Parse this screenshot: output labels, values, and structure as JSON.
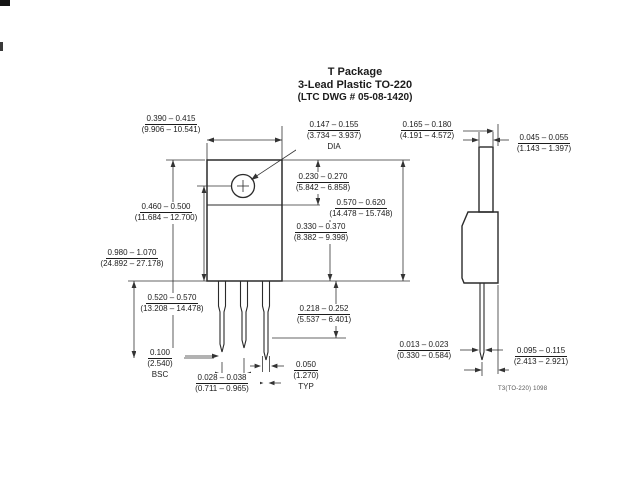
{
  "title": {
    "line1": "T Package",
    "line2": "3-Lead Plastic TO-220",
    "line3": "(LTC DWG # 05-08-1420)"
  },
  "footer": {
    "code": "T3(TO-220) 1098"
  },
  "dims": {
    "front_width": {
      "in": "0.390 – 0.415",
      "mm": "(9.906 – 10.541)"
    },
    "hole_dia": {
      "in": "0.147 – 0.155",
      "mm": "(3.734 – 3.937)",
      "note": "DIA"
    },
    "tab_height": {
      "in": "0.230 – 0.270",
      "mm": "(5.842 – 6.858)"
    },
    "total_height": {
      "in": "0.570 – 0.620",
      "mm": "(14.478 – 15.748)"
    },
    "body_height": {
      "in": "0.330 – 0.370",
      "mm": "(8.382 – 9.398)"
    },
    "hole_to_bottom": {
      "in": "0.460 – 0.500",
      "mm": "(11.684 – 12.700)"
    },
    "overall_length": {
      "in": "0.980 – 1.070",
      "mm": "(24.892 – 27.178)"
    },
    "lead_length": {
      "in": "0.520 – 0.570",
      "mm": "(13.208 – 14.478)"
    },
    "lead_pitch": {
      "in": "0.100",
      "mm": "(2.540)",
      "note": "BSC"
    },
    "lead_width": {
      "in": "0.028 – 0.038",
      "mm": "(0.711 – 0.965)"
    },
    "lead_tip": {
      "in": "0.050",
      "mm": "(1.270)",
      "note": "TYP"
    },
    "shoulder_length": {
      "in": "0.218 – 0.252",
      "mm": "(5.537 – 6.401)"
    },
    "body_depth": {
      "in": "0.165 – 0.180",
      "mm": "(4.191 – 4.572)"
    },
    "tab_thickness": {
      "in": "0.045 – 0.055",
      "mm": "(1.143 – 1.397)"
    },
    "lead_thickness": {
      "in": "0.013 – 0.023",
      "mm": "(0.330 – 0.584)"
    },
    "lead_to_back": {
      "in": "0.095 – 0.115",
      "mm": "(2.413 – 2.921)"
    }
  }
}
